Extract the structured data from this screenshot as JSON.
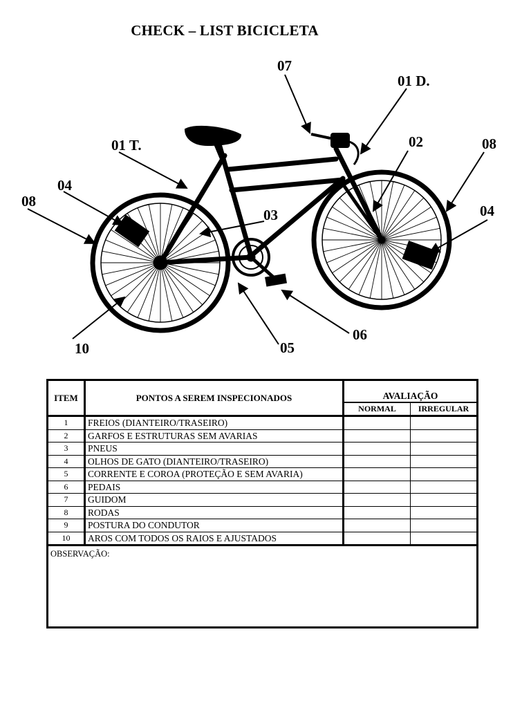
{
  "title": "CHECK – LIST BICICLETA",
  "callouts": [
    "07",
    "01 D.",
    "01 T.",
    "02",
    "08",
    "04",
    "08",
    "03",
    "04",
    "10",
    "05",
    "06"
  ],
  "table": {
    "header_item": "ITEM",
    "header_points": "PONTOS A SEREM INSPECIONADOS",
    "header_eval": "AVALIAÇÃO",
    "header_normal": "NORMAL",
    "header_irregular": "IRREGULAR",
    "rows": [
      {
        "num": "1",
        "text": "FREIOS (DIANTEIRO/TRASEIRO)"
      },
      {
        "num": "2",
        "text": "GARFOS E ESTRUTURAS SEM AVARIAS"
      },
      {
        "num": "3",
        "text": "PNEUS"
      },
      {
        "num": "4",
        "text": "OLHOS DE GATO (DIANTEIRO/TRASEIRO)"
      },
      {
        "num": "5",
        "text": "CORRENTE  E COROA (PROTEÇÃO E SEM AVARIA)"
      },
      {
        "num": "6",
        "text": "PEDAIS"
      },
      {
        "num": "7",
        "text": "GUIDOM"
      },
      {
        "num": "8",
        "text": "RODAS"
      },
      {
        "num": "9",
        "text": "POSTURA DO CONDUTOR"
      },
      {
        "num": "10",
        "text": "AROS COM TODOS OS RAIOS E AJUSTADOS"
      }
    ],
    "observation_label": "OBSERVAÇÃO:"
  }
}
